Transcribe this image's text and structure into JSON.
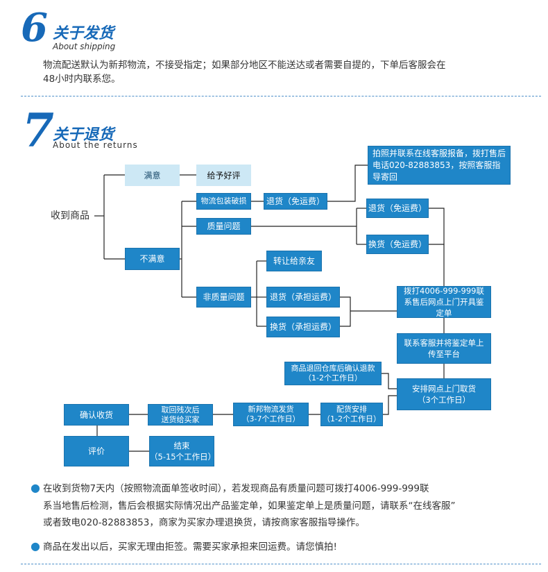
{
  "section6": {
    "number": "6",
    "title": "关于发货",
    "subtitle": "About shipping",
    "text_line1": "物流配送默认为新邦物流，不接受指定；如果部分地区不能送达或者需要自提的，下单后客服会在",
    "text_line2": "48小时内联系您。"
  },
  "section7": {
    "number": "7",
    "title": "关于退货",
    "subtitle": "About the returns"
  },
  "flow": {
    "start": "收到商品",
    "satisfied": "满意",
    "praise": "给予好评",
    "unsatisfied": "不满意",
    "damaged": "物流包装破损",
    "return_free_top": "退货（免运费）",
    "contact_note": "拍照并联系在线客服报备，拨打售后电话020-82883853，按照客服指导寄回",
    "quality": "质量问题",
    "return_free": "退货（免运费）",
    "exchange_free": "换货（免运费）",
    "non_quality": "非质量问题",
    "gift": "转让给亲友",
    "return_paid": "退货（承担运费）",
    "exchange_paid": "换货（承担运费）",
    "hotline": "拨打4006-999-999联系售后网点上门开具鉴定单",
    "upload": "联系客服并将鉴定单上传至平台",
    "pickup_l1": "安排网点上门取货",
    "pickup_l2": "（3个工作日）",
    "refund_l1": "商品退回仓库后确认退款",
    "refund_l2": "（1-2个工作日）",
    "confirm": "确认收货",
    "resend_l1": "取回残次后",
    "resend_l2": "送货给买家",
    "ship_l1": "新邦物流发货",
    "ship_l2": "（3-7个工作日）",
    "dispatch_l1": "配货安排",
    "dispatch_l2": "（1-2个工作日）",
    "review": "评价",
    "end_l1": "结束",
    "end_l2": "（5-15个工作日）"
  },
  "notes": {
    "note1_line1": "在收到货物7天内（按照物流面单签收时间），若发现商品有质量问题可拨打4006-999-999联",
    "note1_line2": "系当地售后检测，售后会根据实际情况出产品鉴定单，如果鉴定单上是质量问题，请联系“在线客服”",
    "note1_line3": "或者致电020-82883853，商家为买家办理退换货，请按商家客服指导操作。",
    "note2": "商品在发出以后，买家无理由拒签。需要买家承担来回运费。请您慎拍!"
  },
  "colors": {
    "accent": "#1f86c8",
    "light": "#cde8f5",
    "title": "#1769b8"
  }
}
